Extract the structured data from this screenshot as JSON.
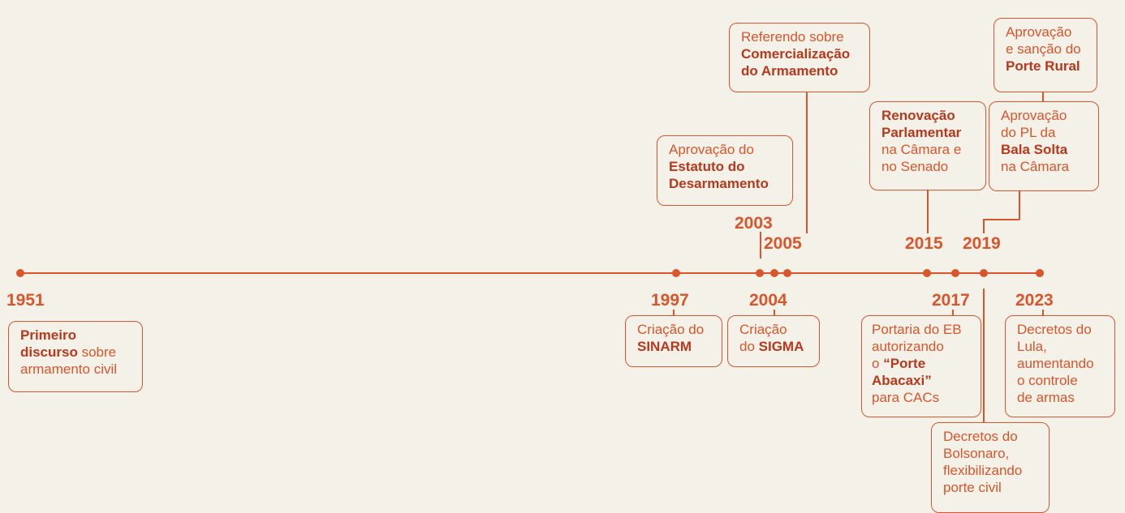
{
  "years": {
    "y1951": "1951",
    "y1997": "1997",
    "y2003": "2003",
    "y2004": "2004",
    "y2005": "2005",
    "y2015": "2015",
    "y2017": "2017",
    "y2019": "2019",
    "y2023": "2023"
  },
  "events": {
    "e1951": {
      "l1a": "Primeiro",
      "l2a": "discurso",
      "l2b": " sobre",
      "l3": "armamento civil"
    },
    "e1997": {
      "l1": "Criação do",
      "l2": "SINARM"
    },
    "e2003": {
      "l1": "Aprovação do",
      "l2": "Estatuto do",
      "l3": "Desarmamento"
    },
    "e2004": {
      "l1": "Criação",
      "l2a": "do ",
      "l2b": "SIGMA"
    },
    "e2005": {
      "l1": "Referendo sobre",
      "l2": "Comercialização",
      "l3": "do Armamento"
    },
    "e2015": {
      "l1": "Renovação",
      "l2": "Parlamentar",
      "l3": "na Câmara e",
      "l4": "no Senado"
    },
    "e2017": {
      "l1": "Portaria do EB",
      "l2": "autorizando",
      "l3a": "o ",
      "l3b": "“Porte",
      "l4": "Abacaxi”",
      "l5": "para CACs"
    },
    "e2019_bolsonaro": {
      "l1": "Decretos do",
      "l2": "Bolsonaro,",
      "l3": "flexibilizando",
      "l4": "porte civil"
    },
    "e2019_balasolta": {
      "l1": "Aprovação",
      "l2": "do PL da",
      "l3": "Bala Solta",
      "l4": "na Câmara"
    },
    "e2019_porterural": {
      "l1": "Aprovação",
      "l2": "e sanção do",
      "l3": "Porte Rural"
    },
    "e2023": {
      "l1": "Decretos do",
      "l2": "Lula,",
      "l3": "aumentando",
      "l4": "o controle",
      "l5": "de armas"
    }
  }
}
